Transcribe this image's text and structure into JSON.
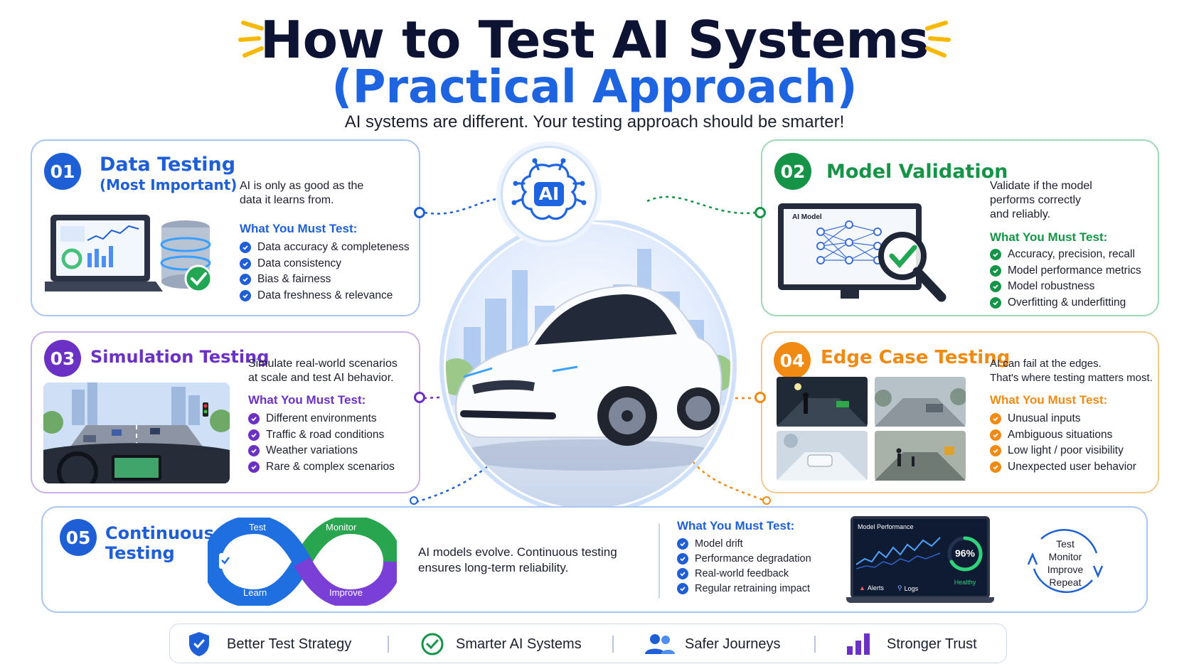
{
  "header": {
    "title": "How to Test AI Systems",
    "title_accent": "(Practical Approach)",
    "subtitle": "AI systems are different. Your testing approach should be smarter!"
  },
  "center": {
    "badge": "AI"
  },
  "cards": {
    "data": {
      "number": "01",
      "title": "Data Testing",
      "subtitle": "(Most Important)",
      "desc1": "AI is only as good as the",
      "desc2": "data it learns from.",
      "must": "What You Must Test:",
      "items": [
        "Data accuracy & completeness",
        "Data consistency",
        "Bias & fairness",
        "Data freshness & relevance"
      ]
    },
    "model": {
      "number": "02",
      "title": "Model Validation",
      "desc1": "Validate if the model",
      "desc2": "performs correctly",
      "desc3": "and reliably.",
      "must": "What You Must Test:",
      "monitor_label": "AI Model",
      "items": [
        "Accuracy, precision, recall",
        "Model performance metrics",
        "Model robustness",
        "Overfitting & underfitting"
      ]
    },
    "sim": {
      "number": "03",
      "title": "Simulation Testing",
      "desc1": "Simulate real-world scenarios",
      "desc2": "at scale and test AI behavior.",
      "must": "What You Must Test:",
      "items": [
        "Different environments",
        "Traffic & road conditions",
        "Weather variations",
        "Rare & complex scenarios"
      ]
    },
    "edge": {
      "number": "04",
      "title": "Edge Case Testing",
      "desc1": "AI can fail at the edges.",
      "desc2": "That's where testing matters most.",
      "must": "What You Must Test:",
      "items": [
        "Unusual inputs",
        "Ambiguous situations",
        "Low light / poor visibility",
        "Unexpected user behavior"
      ]
    },
    "cont": {
      "number": "05",
      "title1": "Continuous",
      "title2": "Testing",
      "loop": {
        "test": "Test",
        "monitor": "Monitor",
        "learn": "Learn",
        "improve": "Improve"
      },
      "desc1": "AI models evolve. Continuous testing",
      "desc2": "ensures long-term reliability.",
      "must": "What You Must Test:",
      "items": [
        "Model drift",
        "Performance degradation",
        "Real-world feedback",
        "Regular retraining impact"
      ],
      "dashboard": {
        "title": "Model Performance",
        "score": "96%",
        "status": "Healthy",
        "alerts": "Alerts",
        "logs": "Logs"
      },
      "cycle": [
        "Test",
        "Monitor",
        "Improve",
        "Repeat"
      ]
    }
  },
  "footer": {
    "items": [
      "Better Test Strategy",
      "Smarter AI Systems",
      "Safer Journeys",
      "Stronger Trust"
    ]
  },
  "colors": {
    "blue": "#1f5fd6",
    "green": "#159447",
    "purple": "#6b31c4",
    "orange": "#f08a12",
    "navy": "#0d1333"
  }
}
